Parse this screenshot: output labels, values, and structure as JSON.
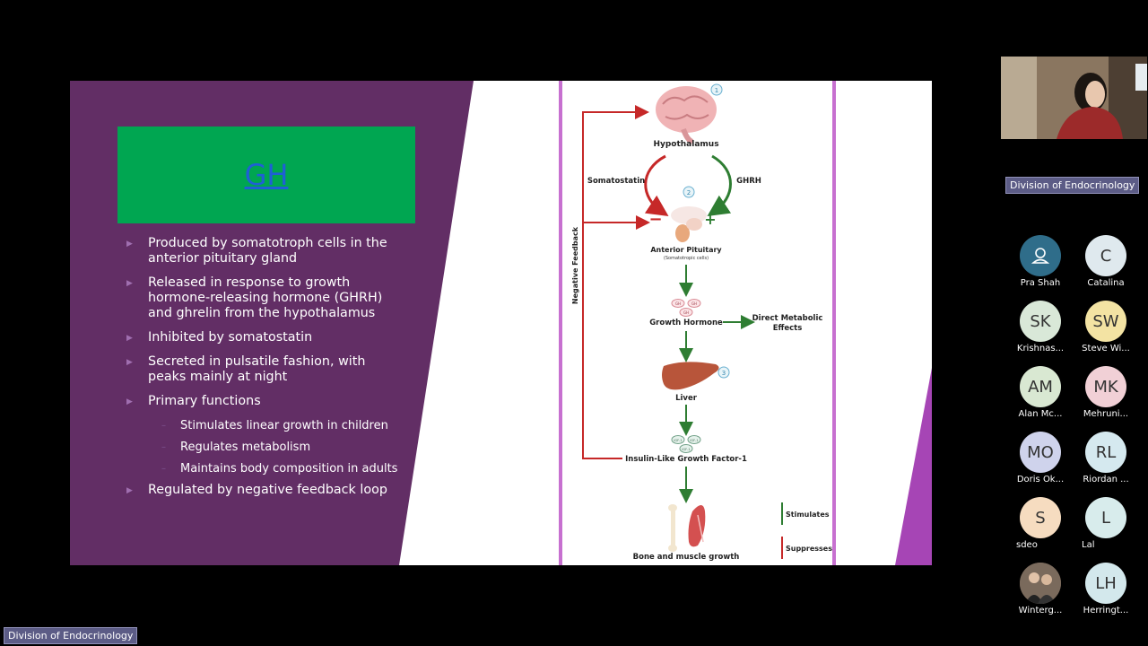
{
  "slide": {
    "title": "GH",
    "bullets": [
      {
        "level": 1,
        "text": "Produced by somatotroph cells in the anterior pituitary gland"
      },
      {
        "level": 1,
        "text": "Released in response to growth hormone-releasing hormone (GHRH) and ghrelin from the hypothalamus"
      },
      {
        "level": 1,
        "text": "Inhibited by somatostatin"
      },
      {
        "level": 1,
        "text": "Secreted in pulsatile fashion, with peaks mainly at night"
      },
      {
        "level": 1,
        "text": "Primary functions"
      },
      {
        "level": 2,
        "text": "Stimulates linear growth in children"
      },
      {
        "level": 2,
        "text": "Regulates metabolism"
      },
      {
        "level": 2,
        "text": "Maintains body composition in adults"
      },
      {
        "level": 1,
        "text": "Regulated by negative feedback loop"
      }
    ],
    "colors": {
      "purple": "#622e65",
      "magenta": "#a645b5",
      "green_box": "#00a651"
    }
  },
  "diagram": {
    "hypothalamus": "Hypothalamus",
    "somatostatin": "Somatostatin",
    "ghrh": "GHRH",
    "anterior_pituitary": "Anterior Pituitary",
    "somatotropic_cells": "(Somatotropic cells)",
    "growth_hormone": "Growth Hormone",
    "direct_metabolic_1": "Direct Metabolic",
    "direct_metabolic_2": "Effects",
    "liver": "Liver",
    "igf1": "Insulin-Like Growth Factor-1",
    "bone_muscle": "Bone and muscle growth",
    "negative_feedback": "Negative Feedback",
    "legend_stimulates": "Stimulates",
    "legend_suppresses": "Suppresses",
    "badge1": "1",
    "badge2": "2",
    "badge3": "3",
    "gh_molecule": "GH",
    "igf_molecule": "IGF-1",
    "minus": "−",
    "plus": "+",
    "colors": {
      "stimulate": "#2e7d32",
      "suppress": "#c62828"
    }
  },
  "meeting": {
    "shared_screen_label": "Division of Endocrinology",
    "speaker_label": "Division of Endocrinology",
    "participants": [
      {
        "initials": "",
        "name": "Pra Shah",
        "color": "#2f6d8a",
        "icon": "person-icon"
      },
      {
        "initials": "C",
        "name": "Catalina",
        "color": "#dfe9ee"
      },
      {
        "initials": "SK",
        "name": "Krishnas...",
        "color": "#d9e8d8"
      },
      {
        "initials": "SW",
        "name": "Steve Wi...",
        "color": "#f3e3a3"
      },
      {
        "initials": "AM",
        "name": "Alan Mc...",
        "color": "#d9e8d2"
      },
      {
        "initials": "MK",
        "name": "Mehruni...",
        "color": "#f1d0d6"
      },
      {
        "initials": "MO",
        "name": "Doris Ok...",
        "color": "#cfd3ec"
      },
      {
        "initials": "RL",
        "name": "Riordan ...",
        "color": "#d5e9ef"
      },
      {
        "initials": "S",
        "name": "sdeo",
        "color": "#f6dcc0"
      },
      {
        "initials": "L",
        "name": "Lal",
        "color": "#d8ecec"
      },
      {
        "initials": "",
        "name": "Winterg...",
        "color": "#6b5a4d",
        "icon": "photo-avatar"
      },
      {
        "initials": "LH",
        "name": "Herringt...",
        "color": "#d3e8ec"
      }
    ]
  }
}
